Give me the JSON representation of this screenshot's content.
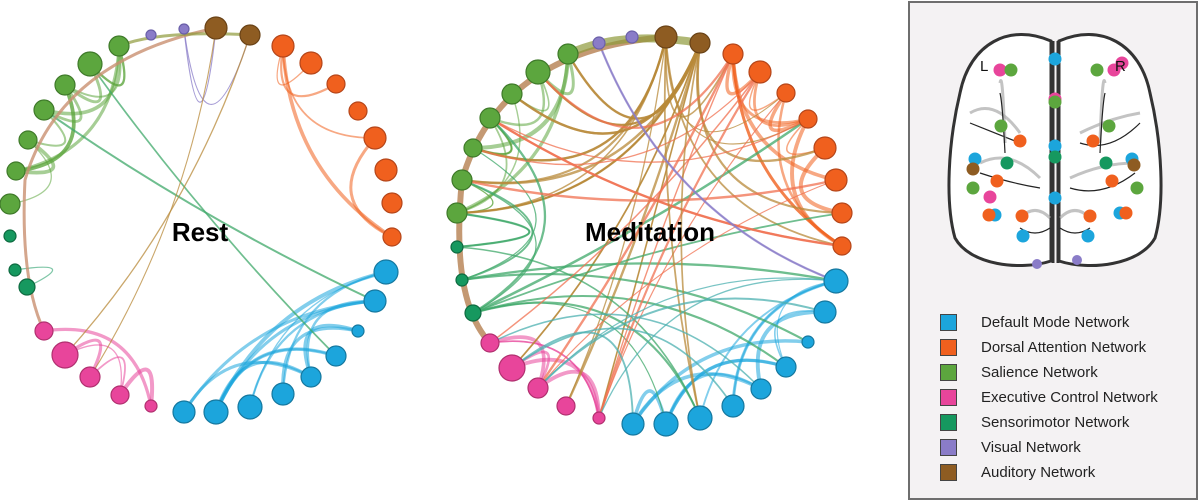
{
  "networks": [
    {
      "key": "DMN",
      "label": "Default Mode Network",
      "color": "#1ca5dc",
      "stroke": "#15789f"
    },
    {
      "key": "DAN",
      "label": "Dorsal Attention Network",
      "color": "#f0601e",
      "stroke": "#b5461a"
    },
    {
      "key": "SAL",
      "label": "Salience Network",
      "color": "#5ca63e",
      "stroke": "#3f7a2a"
    },
    {
      "key": "ECN",
      "label": "Executive Control Network",
      "color": "#e8459b",
      "stroke": "#b0306f"
    },
    {
      "key": "SMN",
      "label": "Sensorimotor Network",
      "color": "#16985f",
      "stroke": "#0e6a40"
    },
    {
      "key": "VIS",
      "label": "Visual Network",
      "color": "#8a7cc8",
      "stroke": "#6a5fa8"
    },
    {
      "key": "AUD",
      "label": "Auditory Network",
      "color": "#8e5c22",
      "stroke": "#6a4317"
    }
  ],
  "panels": [
    {
      "title": "Rest",
      "connections": [
        {
          "from": "SAL",
          "to": "SAL",
          "strength": "dense"
        },
        {
          "from": "DAN",
          "to": "DAN",
          "strength": "moderate"
        },
        {
          "from": "DMN",
          "to": "DMN",
          "strength": "dense"
        },
        {
          "from": "ECN",
          "to": "ECN",
          "strength": "moderate"
        },
        {
          "from": "SMN",
          "to": "SMN",
          "strength": "sparse"
        },
        {
          "from": "AUD",
          "to": "AUD",
          "strength": "sparse"
        },
        {
          "from": "VIS",
          "to": "AUD",
          "strength": "sparse"
        },
        {
          "from": "SAL",
          "to": "DMN",
          "strength": "sparse"
        },
        {
          "from": "AUD",
          "to": "ECN",
          "strength": "sparse"
        }
      ]
    },
    {
      "title": "Meditation",
      "connections": [
        {
          "from": "SAL",
          "to": "SAL",
          "strength": "dense"
        },
        {
          "from": "DAN",
          "to": "DAN",
          "strength": "dense"
        },
        {
          "from": "DMN",
          "to": "DMN",
          "strength": "dense"
        },
        {
          "from": "ECN",
          "to": "ECN",
          "strength": "moderate"
        },
        {
          "from": "AUD",
          "to": "SAL",
          "strength": "dense"
        },
        {
          "from": "AUD",
          "to": "DAN",
          "strength": "moderate"
        },
        {
          "from": "AUD",
          "to": "ECN",
          "strength": "moderate"
        },
        {
          "from": "SAL",
          "to": "SMN",
          "strength": "moderate"
        },
        {
          "from": "SMN",
          "to": "DMN",
          "strength": "moderate"
        },
        {
          "from": "SMN",
          "to": "DAN",
          "strength": "sparse"
        },
        {
          "from": "DAN",
          "to": "ECN",
          "strength": "moderate"
        },
        {
          "from": "DAN",
          "to": "SAL",
          "strength": "moderate"
        },
        {
          "from": "AUD",
          "to": "DMN",
          "strength": "sparse"
        },
        {
          "from": "VIS",
          "to": "DMN",
          "strength": "sparse"
        },
        {
          "from": "ECN",
          "to": "DMN",
          "strength": "moderate"
        }
      ]
    }
  ],
  "brain_map": {
    "left_label": "L",
    "right_label": "R"
  }
}
